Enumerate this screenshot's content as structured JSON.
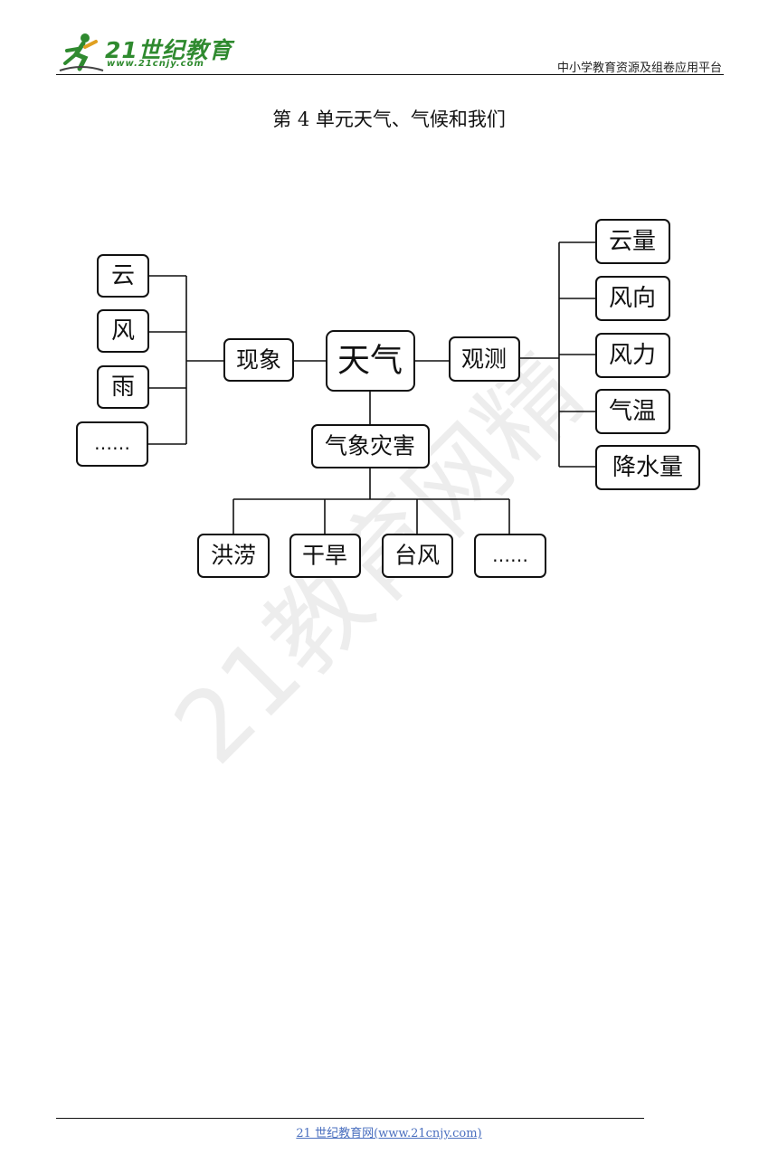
{
  "header": {
    "logo_text": "21世纪教育",
    "logo_url": "www.21cnjy.com",
    "right_text": "中小学教育资源及组卷应用平台"
  },
  "title": "第 4 单元天气、气候和我们",
  "diagram": {
    "center": "天气",
    "left_hub": "现象",
    "left_items": [
      "云",
      "风",
      "雨",
      "……"
    ],
    "right_hub": "观测",
    "right_items": [
      "云量",
      "风向",
      "风力",
      "气温",
      "降水量"
    ],
    "bottom_hub": "气象灾害",
    "bottom_items": [
      "洪涝",
      "干旱",
      "台风",
      "……"
    ]
  },
  "watermark": "21教育网精",
  "footer": "21 世纪教育网(www.21cnjy.com)"
}
